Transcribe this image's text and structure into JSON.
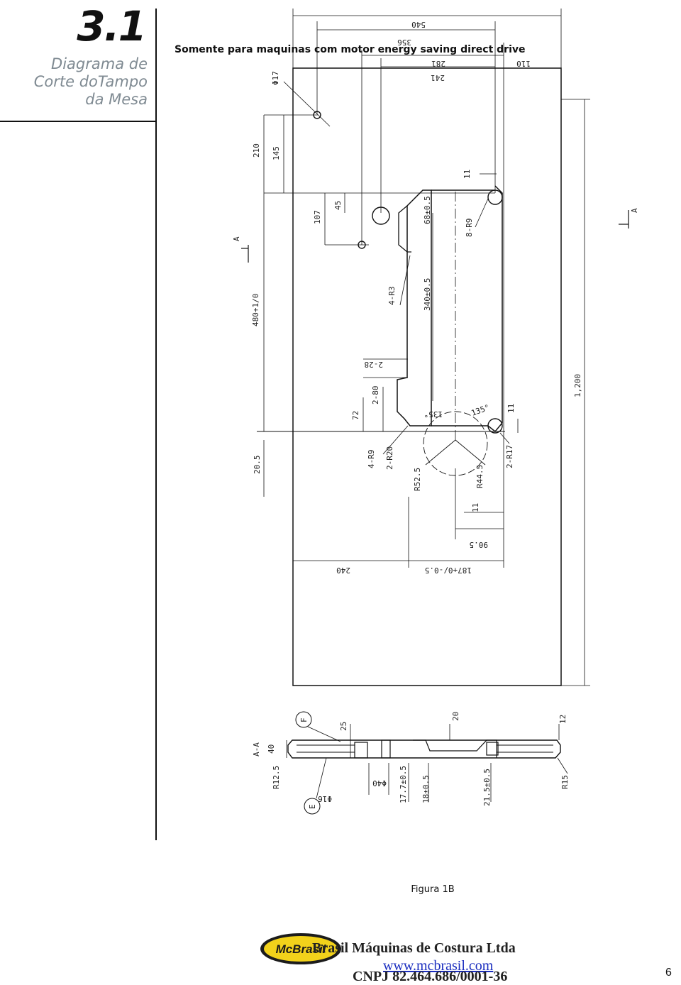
{
  "section": {
    "number": "3.1",
    "title_line1": "Diagrama de",
    "title_line2": "Corte doTampo",
    "title_line3": "da Mesa"
  },
  "subtitle": "Somente para maquinas com motor energy saving direct drive",
  "drawing": {
    "dims_top": [
      "540",
      "356",
      "281",
      "241",
      "110"
    ],
    "dims_left": [
      "Φ17",
      "210",
      "145",
      "107",
      "45",
      "480+1/0",
      "20.5",
      "72",
      "2-80",
      "2-28",
      "4-R3",
      "4-R9",
      "2-R20"
    ],
    "dims_center": [
      "68±0.5",
      "340±0.5",
      "135°",
      "135°",
      "R52.5",
      "R44.5",
      "90.5",
      "187+0/-0.5",
      "240",
      "11"
    ],
    "dims_right": [
      "11",
      "8-R9",
      "11",
      "2-R17",
      "1,200"
    ],
    "section_marks": [
      "A",
      "A"
    ],
    "section_view": {
      "label": "A-A",
      "dims": [
        "F",
        "25",
        "20",
        "12",
        "40",
        "R12.5",
        "E",
        "Φ16",
        "Φ40",
        "17.7±0.5",
        "18±0.5",
        "21.5±0.5",
        "R15"
      ]
    }
  },
  "caption": "Figura 1B",
  "footer": {
    "logo_text": "McBrasil",
    "company": "Brasil  Máquinas de Costura Ltda",
    "website": "www.mcbrasil.com",
    "cnpj": "CNPJ 82.464.686/0001-36",
    "page": "6"
  }
}
